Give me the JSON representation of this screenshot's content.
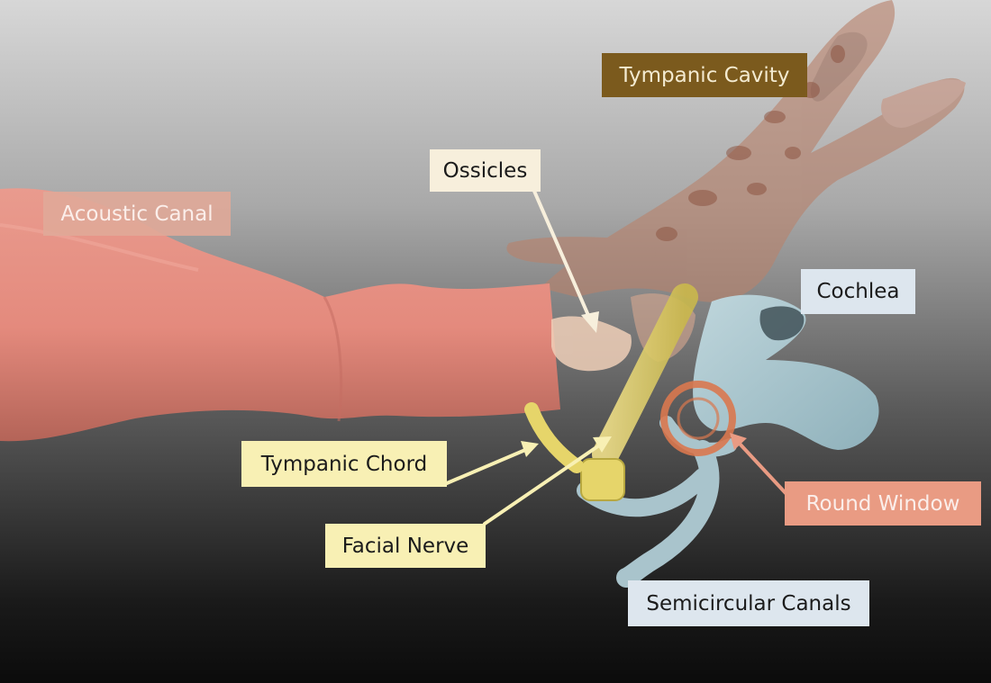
{
  "labels": {
    "tympanic_cavity": "Tympanic Cavity",
    "ossicles": "Ossicles",
    "acoustic_canal": "Acoustic Canal",
    "cochlea": "Cochlea",
    "tympanic_chord": "Tympanic Chord",
    "round_window": "Round Window",
    "facial_nerve": "Facial Nerve",
    "semicircular_canals": "Semicircular Canals"
  },
  "colors": {
    "tympanic_cavity_box": "#7b5a1d",
    "ossicles_box": "#f7efdc",
    "acoustic_canal_box": "#e0a898",
    "cochlea_box": "#dde6ee",
    "tympanic_chord_box": "#f8f0b4",
    "round_window_box": "#e99b83",
    "facial_nerve_box": "#f8f0b4",
    "semicircular_canals_box": "#dde6ee",
    "acoustic_canal_tissue": "#e88f82",
    "tympanic_cavity_tissue": "#b8826c",
    "nerve_tissue": "#e6d56a",
    "cochlea_tissue": "#a9c4cc",
    "round_window_ring": "#d9784f",
    "ossicles_tissue": "#efcfb8"
  }
}
